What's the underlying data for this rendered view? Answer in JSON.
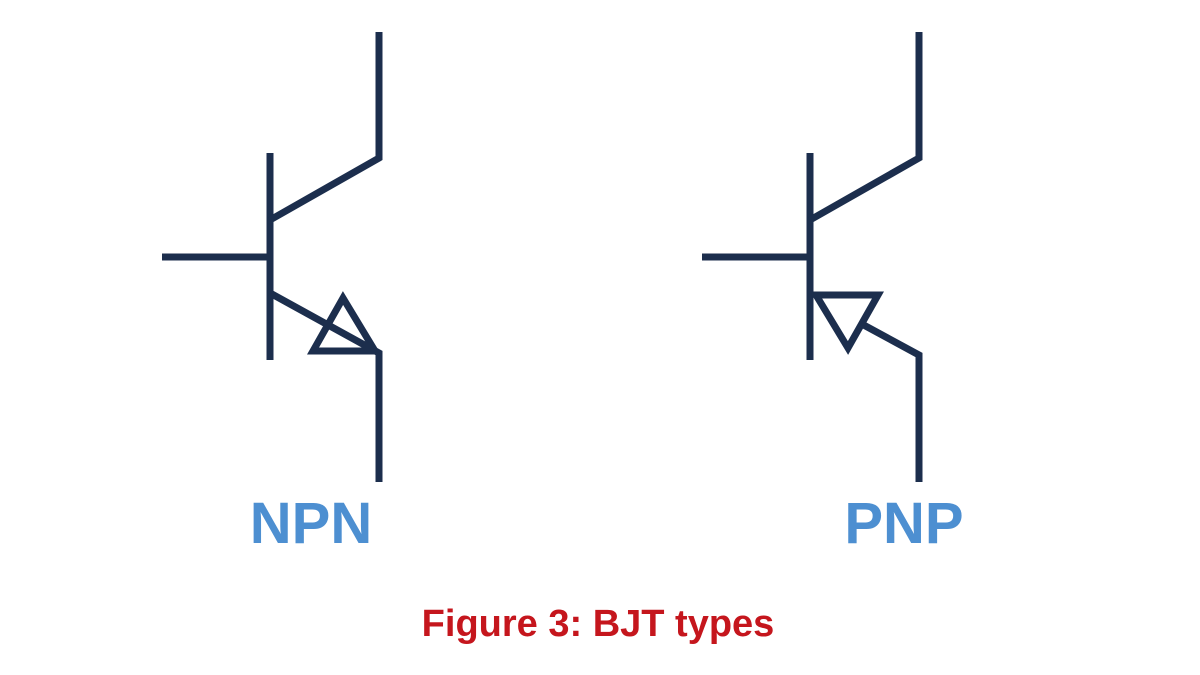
{
  "colors": {
    "symbol": "#1c2e4d",
    "label": "#4d8fd1",
    "caption": "#c5161d"
  },
  "transistors": [
    {
      "label": "NPN"
    },
    {
      "label": "PNP"
    }
  ],
  "caption": "Figure 3: BJT types"
}
